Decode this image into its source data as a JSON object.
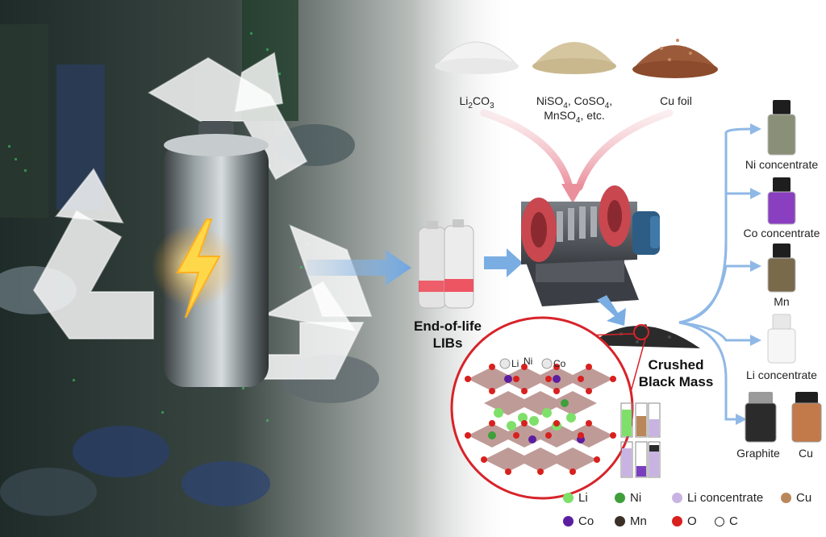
{
  "powders": {
    "li2co3": {
      "main": "Li",
      "sub": "2",
      "rest": "CO",
      "sub2": "3"
    },
    "niso4_line1": {
      "a": "NiSO",
      "s1": "4",
      "b": ", CoSO",
      "s2": "4",
      "c": ","
    },
    "niso4_line2": {
      "a": "MnSO",
      "s1": "4",
      "b": ", etc."
    },
    "cu_foil": "Cu foil"
  },
  "process": {
    "eol_line1": "End-of-life",
    "eol_line2": "LIBs",
    "crushed_line1": "Crushed",
    "crushed_line2": "Black Mass"
  },
  "structure_labels": {
    "li": "Li",
    "ni": "Ni",
    "co": "Co"
  },
  "products": [
    {
      "label": "Ni concentrate",
      "color": "#8a8f78"
    },
    {
      "label": "Co concentrate",
      "color": "#8a3fc0"
    },
    {
      "label": "Mn",
      "color": "#7a6a4c"
    },
    {
      "label": "Li concentrate",
      "color": "#f2f2f2"
    },
    {
      "label": "Graphite",
      "color": "#2b2b2b"
    },
    {
      "label": "Cu",
      "color": "#c27a4a"
    }
  ],
  "legend": [
    {
      "label": "Li",
      "color": "#7ee06a",
      "icon": "li-dot-icon"
    },
    {
      "label": "Ni",
      "color": "#3f9f3a",
      "icon": "ni-dot-icon"
    },
    {
      "label": "Li concentrate",
      "color": "#c9b3e3",
      "icon": "li-concentrate-dot-icon"
    },
    {
      "label": "Cu",
      "color": "#b9875a",
      "icon": "cu-dot-icon"
    },
    {
      "label": "Co",
      "color": "#5b1ea0",
      "icon": "co-dot-icon"
    },
    {
      "label": "Mn",
      "color": "#3b3027",
      "icon": "mn-dot-icon"
    },
    {
      "label": "O",
      "color": "#d8201e",
      "icon": "o-dot-icon"
    },
    {
      "label": "C",
      "color": "#ffffff",
      "icon": "c-dot-icon"
    }
  ]
}
